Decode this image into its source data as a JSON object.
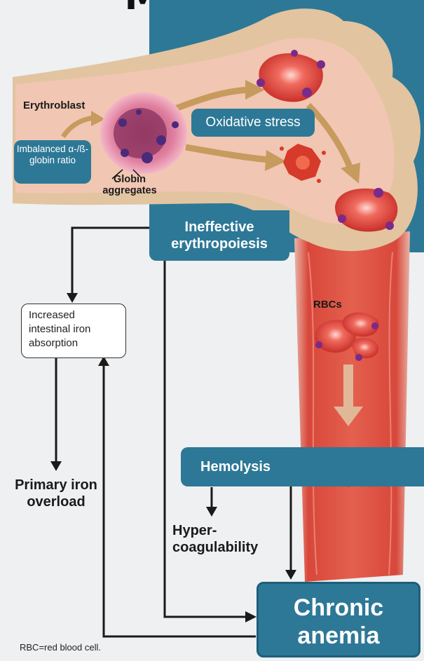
{
  "title_fragment": "MAJOR?",
  "labels": {
    "erythroblast": "Erythroblast",
    "imbalanced": "Imbalanced α-/ß-globin ratio",
    "globin_aggregates": "Globin aggregates",
    "oxidative_stress": "Oxidative stress",
    "ineffective_erythropoiesis": "Ineffective erythropoiesis",
    "increased_iron": "Increased intestinal iron absorption",
    "primary_iron_overload": "Primary iron overload",
    "rbcs": "RBCs",
    "hemolysis": "Hemolysis",
    "hypercoagulability": "Hyper- coagulability",
    "chronic_anemia": "Chronic anemia",
    "footnote": "RBC=red blood cell."
  },
  "colors": {
    "teal": "#2d7896",
    "bone": "#e2c4a0",
    "vessel_red": "#d8473a",
    "arrow_tan": "#c79a5e"
  }
}
